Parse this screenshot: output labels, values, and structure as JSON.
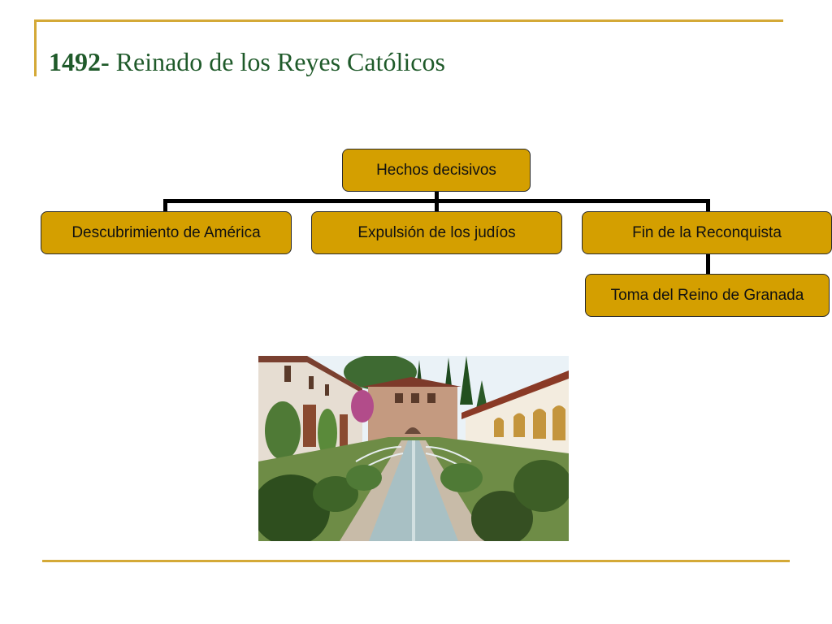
{
  "slide": {
    "title_year": "1492-",
    "title_text": " Reinado de los Reyes Católicos"
  },
  "diagram": {
    "root": "Hechos decisivos",
    "children": [
      "Descubrimiento de América",
      "Expulsión de los judíos",
      "Fin de la Reconquista"
    ],
    "grandchild": "Toma del Reino de Granada"
  },
  "colors": {
    "accent_gold": "#d4a937",
    "node_fill": "#d49f00",
    "title_green": "#1f5a2a"
  }
}
